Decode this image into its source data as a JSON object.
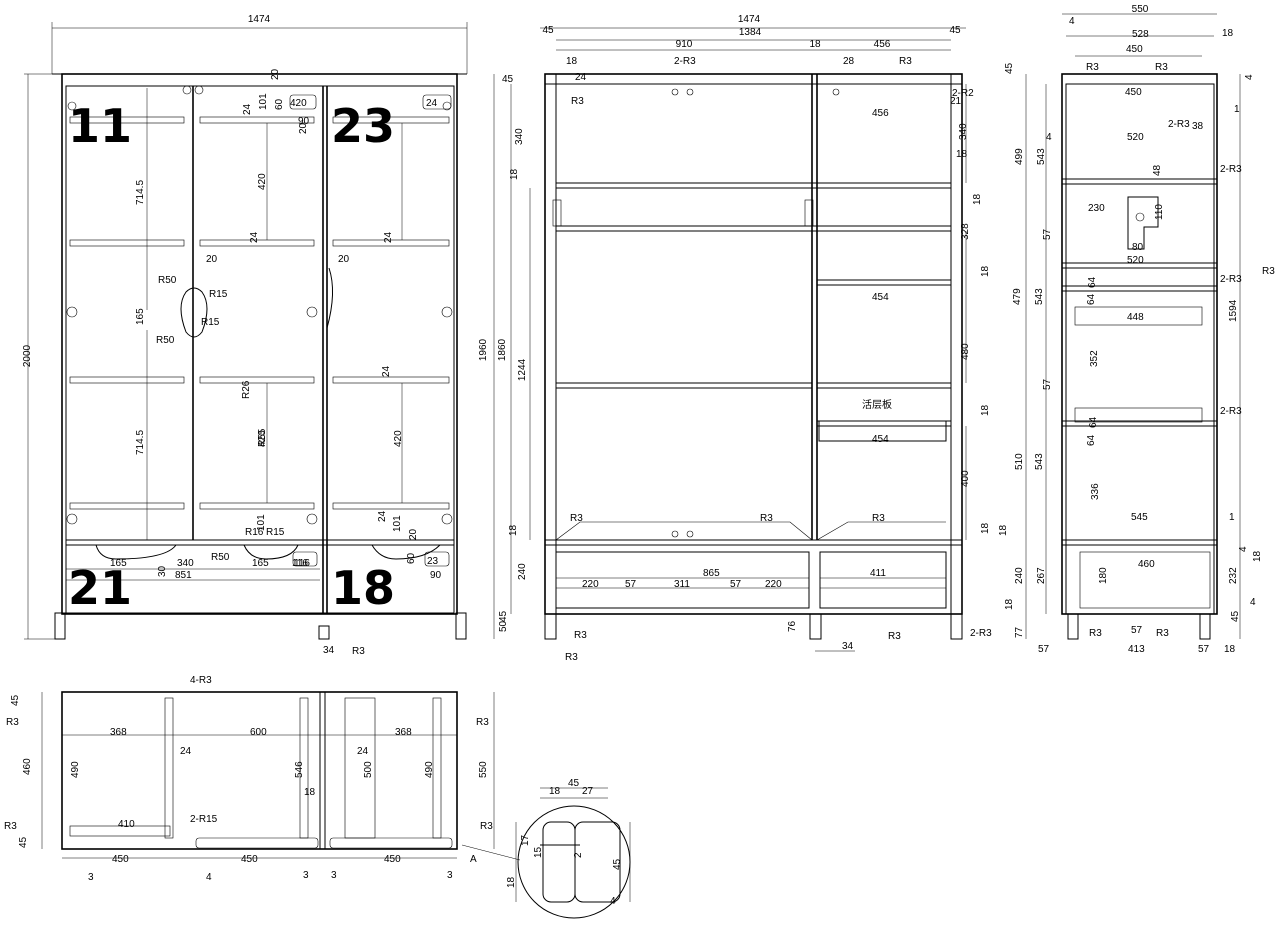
{
  "front_view": {
    "overall_width": "1474",
    "overall_height": "2000",
    "door_numbers": [
      "11",
      "23",
      "21",
      "18"
    ],
    "dims": [
      "714.5",
      "714.5",
      "165",
      "R50",
      "R15",
      "R15",
      "R50",
      "20",
      "20",
      "20",
      "24",
      "101",
      "60",
      "90",
      "20",
      "420",
      "24",
      "24",
      "420",
      "24",
      "R55",
      "R26",
      "420",
      "24",
      "420",
      "24",
      "101",
      "20",
      "60",
      "90",
      "165",
      "340",
      "165",
      "30",
      "851",
      "R50",
      "R16",
      "R15",
      "101",
      "116",
      "116",
      "23",
      "34",
      "R3"
    ]
  },
  "middle_view": {
    "overall_width": "1474",
    "inner_width": "1384",
    "left_margin": "45",
    "right_margin": "45",
    "top_dims": [
      "910",
      "18",
      "456"
    ],
    "height_1960": "1960",
    "height_1860": "1860",
    "height_1244": "1244",
    "dims": [
      "18",
      "24",
      "2-R3",
      "28",
      "R3",
      "45",
      "R3",
      "456",
      "2-R2",
      "21",
      "340",
      "340",
      "18",
      "18",
      "18",
      "328",
      "18",
      "454",
      "480",
      "18",
      "454",
      "400",
      "18",
      "R3",
      "R3",
      "R3",
      "18",
      "865",
      "411",
      "240",
      "220",
      "57",
      "311",
      "57",
      "220",
      "50",
      "45",
      "R3",
      "R3",
      "76",
      "34",
      "R3",
      "2-R3"
    ],
    "shelf_label": "活层板"
  },
  "side_view": {
    "overall_depth": "550",
    "dims": [
      "4",
      "528",
      "18",
      "450",
      "45",
      "R3",
      "R3",
      "4",
      "450",
      "1",
      "2-R3",
      "38",
      "4",
      "520",
      "499",
      "543",
      "2-R3",
      "48",
      "230",
      "110",
      "80",
      "57",
      "520",
      "479",
      "543",
      "2-R3",
      "64",
      "64",
      "448",
      "352",
      "1594",
      "R3",
      "57",
      "64",
      "64",
      "2-R3",
      "510",
      "543",
      "336",
      "545",
      "1",
      "18",
      "4",
      "240",
      "267",
      "460",
      "180",
      "232",
      "18",
      "18",
      "4",
      "45",
      "77",
      "R3",
      "57",
      "R3",
      "57",
      "413",
      "57",
      "18"
    ]
  },
  "plan_view": {
    "dims": [
      "45",
      "R3",
      "4-R3",
      "R3",
      "368",
      "600",
      "368",
      "24",
      "24",
      "460",
      "490",
      "546",
      "18",
      "500",
      "490",
      "550",
      "410",
      "2-R15",
      "R3",
      "45",
      "R3",
      "450",
      "450",
      "450",
      "3",
      "4",
      "3",
      "3",
      "3",
      "A"
    ]
  },
  "detail_view": {
    "dims": [
      "45",
      "18",
      "27",
      "17",
      "2",
      "45",
      "18",
      "15",
      "4"
    ]
  }
}
